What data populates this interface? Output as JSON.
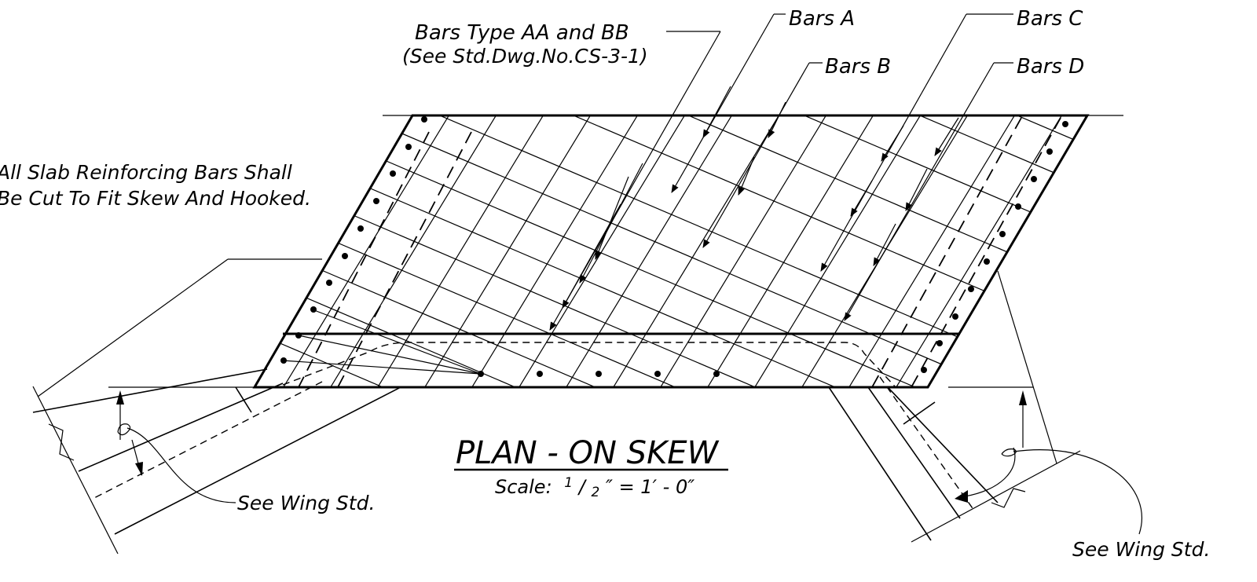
{
  "labels": {
    "bars_aa_bb_line1": "Bars Type AA and BB",
    "bars_aa_bb_line2": "(See Std.Dwg.No.CS-3-1)",
    "bars_a": "Bars A",
    "bars_b": "Bars B",
    "bars_c": "Bars C",
    "bars_d": "Bars D",
    "note_line1": "All Slab Reinforcing Bars Shall",
    "note_line2": "Be Cut To Fit Skew And Hooked.",
    "wing_left": "See Wing Std.",
    "wing_right": "See Wing Std."
  },
  "title": {
    "main": "PLAN - ON SKEW",
    "scale_prefix": "Scale:",
    "scale_numerator": "1",
    "scale_denominator": "2",
    "scale_suffix": "″ = 1′ - 0″"
  },
  "symbols": {
    "skew_angle": "angle-arc-icon",
    "arrow": "arrowhead-icon"
  }
}
